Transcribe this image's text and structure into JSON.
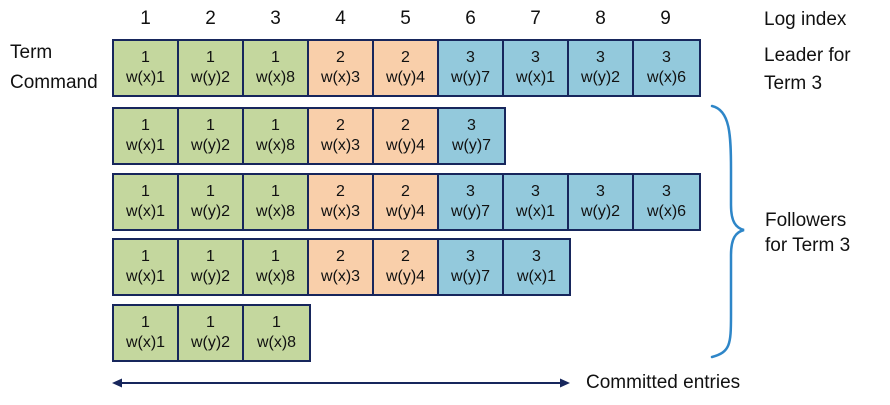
{
  "log_index_label": "Log index",
  "indices": [
    "1",
    "2",
    "3",
    "4",
    "5",
    "6",
    "7",
    "8",
    "9"
  ],
  "row_labels": {
    "term": "Term",
    "command": "Command"
  },
  "leader_label": {
    "line1": "Leader for",
    "line2": "Term 3"
  },
  "followers_label": {
    "line1": "Followers",
    "line2": "for Term 3"
  },
  "committed_label": "Committed entries",
  "term_colors": {
    "1": "#c4d79e",
    "2": "#f9cfaa",
    "3": "#93c9dc"
  },
  "arrow_color": "#17265c",
  "brace_color": "#2e86c8",
  "leader_log": [
    {
      "term": "1",
      "command": "w(x)1"
    },
    {
      "term": "1",
      "command": "w(y)2"
    },
    {
      "term": "1",
      "command": "w(x)8"
    },
    {
      "term": "2",
      "command": "w(x)3"
    },
    {
      "term": "2",
      "command": "w(y)4"
    },
    {
      "term": "3",
      "command": "w(y)7"
    },
    {
      "term": "3",
      "command": "w(x)1"
    },
    {
      "term": "3",
      "command": "w(y)2"
    },
    {
      "term": "3",
      "command": "w(x)6"
    }
  ],
  "follower_logs": [
    [
      {
        "term": "1",
        "command": "w(x)1"
      },
      {
        "term": "1",
        "command": "w(y)2"
      },
      {
        "term": "1",
        "command": "w(x)8"
      },
      {
        "term": "2",
        "command": "w(x)3"
      },
      {
        "term": "2",
        "command": "w(y)4"
      },
      {
        "term": "3",
        "command": "w(y)7"
      }
    ],
    [
      {
        "term": "1",
        "command": "w(x)1"
      },
      {
        "term": "1",
        "command": "w(y)2"
      },
      {
        "term": "1",
        "command": "w(x)8"
      },
      {
        "term": "2",
        "command": "w(x)3"
      },
      {
        "term": "2",
        "command": "w(y)4"
      },
      {
        "term": "3",
        "command": "w(y)7"
      },
      {
        "term": "3",
        "command": "w(x)1"
      },
      {
        "term": "3",
        "command": "w(y)2"
      },
      {
        "term": "3",
        "command": "w(x)6"
      }
    ],
    [
      {
        "term": "1",
        "command": "w(x)1"
      },
      {
        "term": "1",
        "command": "w(y)2"
      },
      {
        "term": "1",
        "command": "w(x)8"
      },
      {
        "term": "2",
        "command": "w(x)3"
      },
      {
        "term": "2",
        "command": "w(y)4"
      },
      {
        "term": "3",
        "command": "w(y)7"
      },
      {
        "term": "3",
        "command": "w(x)1"
      }
    ],
    [
      {
        "term": "1",
        "command": "w(x)1"
      },
      {
        "term": "1",
        "command": "w(y)2"
      },
      {
        "term": "1",
        "command": "w(x)8"
      }
    ]
  ]
}
